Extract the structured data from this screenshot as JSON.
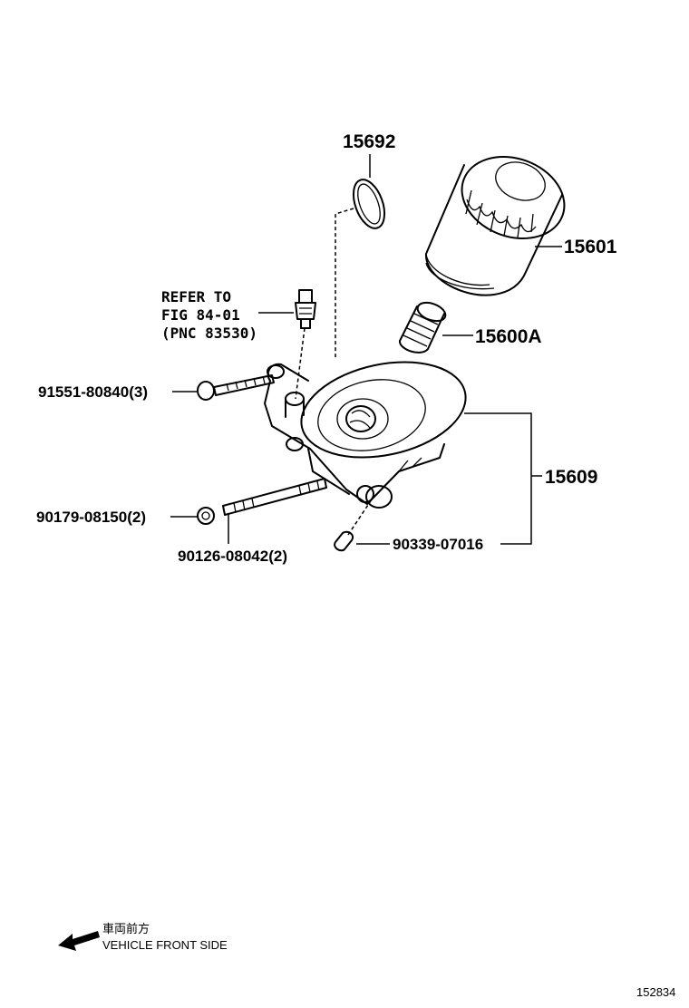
{
  "labels": {
    "gasket": "15692",
    "filter": "15601",
    "union": "15600A",
    "bracket": "15609",
    "refer_line1": "REFER TO",
    "refer_line2": "FIG 84-01",
    "refer_line3": "(PNC 83530)",
    "bolt": "91551-80840(3)",
    "nut": "90179-08150(2)",
    "stud": "90126-08042(2)",
    "pin": "90339-07016"
  },
  "legend": {
    "japanese": "車両前方",
    "english": "VEHICLE FRONT SIDE"
  },
  "illustration_number": "152834"
}
